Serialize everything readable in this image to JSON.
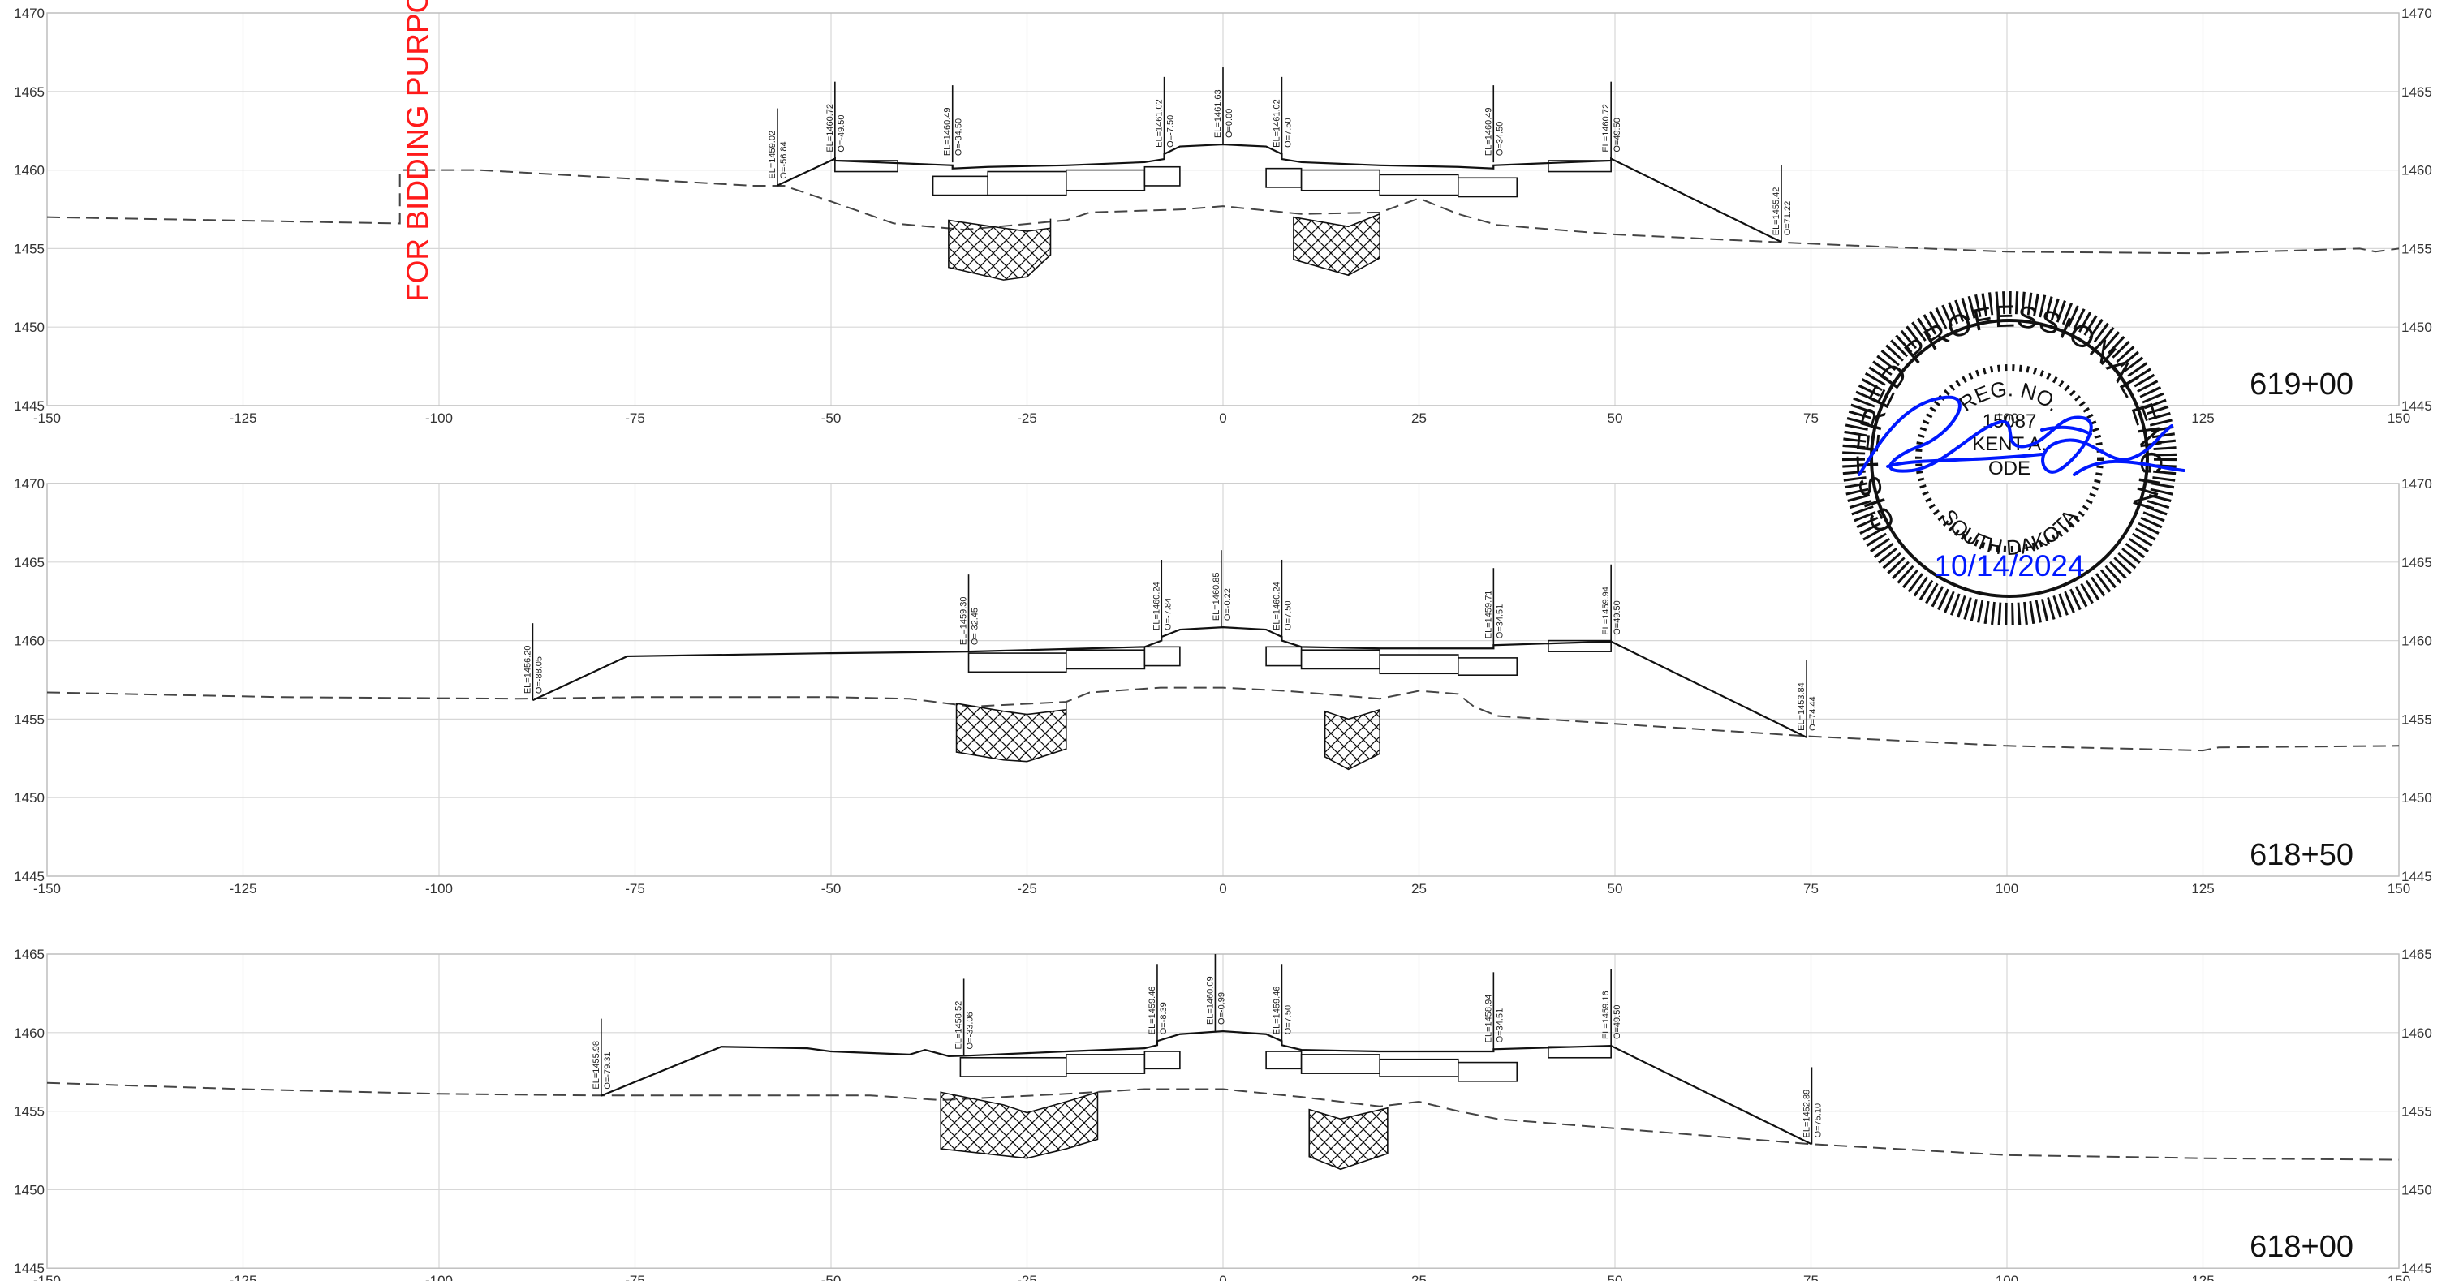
{
  "sheet": {
    "watermark": "FOR BIDDING PURPOSES",
    "seal": {
      "outer_text": "REGISTERED PROFESSIONAL ENGINEER",
      "reg_label": "REG. NO.",
      "reg_number": "15087",
      "name": "KENT A.",
      "surname": "ODE",
      "state": "SOUTH DAKOTA",
      "date": "10/14/2024"
    }
  },
  "x_ticks": [
    -150,
    -125,
    -100,
    -75,
    -50,
    -25,
    0,
    25,
    50,
    75,
    100,
    125,
    150
  ],
  "panels": [
    {
      "station": "619+00",
      "y_ticks": [
        1470,
        1465,
        1460,
        1455,
        1450,
        1445
      ],
      "points": [
        {
          "label": "EL=1459.02",
          "offset": "O=-56.84",
          "x": -56.84,
          "y": 1459.02
        },
        {
          "label": "EL=1460.72",
          "offset": "O=-49.50",
          "x": -49.5,
          "y": 1460.72
        },
        {
          "label": "EL=1460.49",
          "offset": "O=-34.50",
          "x": -34.5,
          "y": 1460.49
        },
        {
          "label": "EL=1461.02",
          "offset": "O=-7.50",
          "x": -7.5,
          "y": 1461.02
        },
        {
          "label": "EL=1461.63",
          "offset": "O=0.00",
          "x": 0,
          "y": 1461.63
        },
        {
          "label": "EL=1461.02",
          "offset": "O=7.50",
          "x": 7.5,
          "y": 1461.02
        },
        {
          "label": "EL=1460.49",
          "offset": "O=34.50",
          "x": 34.5,
          "y": 1460.49
        },
        {
          "label": "EL=1460.72",
          "offset": "O=49.50",
          "x": 49.5,
          "y": 1460.72
        },
        {
          "label": "EL=1455.42",
          "offset": "O=71.22",
          "x": 71.22,
          "y": 1455.42
        }
      ],
      "existing_ground": [
        [
          -150,
          1457.0
        ],
        [
          -105,
          1456.6
        ],
        [
          -105,
          1460.0
        ],
        [
          -95,
          1460.0
        ],
        [
          -60,
          1459.0
        ],
        [
          -56,
          1459.0
        ],
        [
          -50,
          1458.0
        ],
        [
          -42,
          1456.6
        ],
        [
          -33,
          1456.2
        ],
        [
          -20,
          1456.8
        ],
        [
          -17,
          1457.3
        ],
        [
          -5,
          1457.5
        ],
        [
          0,
          1457.7
        ],
        [
          10,
          1457.2
        ],
        [
          20,
          1457.3
        ],
        [
          25,
          1458.2
        ],
        [
          30,
          1457.2
        ],
        [
          35,
          1456.5
        ],
        [
          50,
          1455.9
        ],
        [
          71,
          1455.4
        ],
        [
          80,
          1455.2
        ],
        [
          100,
          1454.8
        ],
        [
          125,
          1454.7
        ],
        [
          145,
          1455.0
        ],
        [
          147,
          1454.8
        ],
        [
          150,
          1455.0
        ]
      ],
      "design_line": [
        [
          -56.84,
          1459.02
        ],
        [
          -49.5,
          1460.72
        ],
        [
          -49.5,
          1460.6
        ],
        [
          -34.5,
          1460.3
        ],
        [
          -34.5,
          1460.1
        ],
        [
          -30,
          1460.2
        ],
        [
          -20,
          1460.3
        ],
        [
          -10,
          1460.5
        ],
        [
          -7.5,
          1460.7
        ],
        [
          -7.5,
          1461.02
        ],
        [
          -5.5,
          1461.5
        ],
        [
          0,
          1461.63
        ],
        [
          5.5,
          1461.5
        ],
        [
          7.5,
          1461.02
        ],
        [
          7.5,
          1460.7
        ],
        [
          10,
          1460.5
        ],
        [
          20,
          1460.3
        ],
        [
          30,
          1460.2
        ],
        [
          34.5,
          1460.1
        ],
        [
          34.5,
          1460.3
        ],
        [
          49.5,
          1460.6
        ],
        [
          49.5,
          1460.72
        ],
        [
          71.22,
          1455.42
        ]
      ],
      "slabs": [
        [
          -49.5,
          1460.6,
          -41.5,
          1459.9
        ],
        [
          -37,
          1459.6,
          -30,
          1458.4
        ],
        [
          -30,
          1459.9,
          -20,
          1458.4
        ],
        [
          -20,
          1460.0,
          -10,
          1458.7
        ],
        [
          -10,
          1460.2,
          -5.5,
          1459.0
        ],
        [
          5.5,
          1460.1,
          10,
          1458.9
        ],
        [
          10,
          1460.0,
          20,
          1458.7
        ],
        [
          20,
          1459.7,
          30,
          1458.4
        ],
        [
          30,
          1459.5,
          37.5,
          1458.3
        ],
        [
          41.5,
          1460.6,
          49.5,
          1459.9
        ]
      ],
      "hatches": [
        [
          [
            -35,
            1456.8
          ],
          [
            -28,
            1456.3
          ],
          [
            -25,
            1456.1
          ],
          [
            -22,
            1456.3
          ],
          [
            -22,
            1456.9
          ],
          [
            -22,
            1454.6
          ],
          [
            -25,
            1453.2
          ],
          [
            -28,
            1453.0
          ],
          [
            -35,
            1453.8
          ]
        ],
        [
          [
            9,
            1457.0
          ],
          [
            16,
            1456.4
          ],
          [
            20,
            1457.2
          ],
          [
            20,
            1454.4
          ],
          [
            16,
            1453.3
          ],
          [
            9,
            1454.3
          ]
        ]
      ]
    },
    {
      "station": "618+50",
      "y_ticks": [
        1470,
        1465,
        1460,
        1455,
        1450,
        1445
      ],
      "points": [
        {
          "label": "EL=1456.20",
          "offset": "O=-88.05",
          "x": -88.05,
          "y": 1456.2
        },
        {
          "label": "EL=1459.30",
          "offset": "O=-32.45",
          "x": -32.45,
          "y": 1459.3
        },
        {
          "label": "EL=1460.24",
          "offset": "O=-7.84",
          "x": -7.84,
          "y": 1460.24
        },
        {
          "label": "EL=1460.85",
          "offset": "O=-0.22",
          "x": -0.22,
          "y": 1460.85
        },
        {
          "label": "EL=1460.24",
          "offset": "O=7.50",
          "x": 7.5,
          "y": 1460.24
        },
        {
          "label": "EL=1459.71",
          "offset": "O=34.51",
          "x": 34.51,
          "y": 1459.71
        },
        {
          "label": "EL=1459.94",
          "offset": "O=49.50",
          "x": 49.5,
          "y": 1459.94
        },
        {
          "label": "EL=1453.84",
          "offset": "O=74.44",
          "x": 74.44,
          "y": 1453.84
        }
      ],
      "existing_ground": [
        [
          -150,
          1456.7
        ],
        [
          -120,
          1456.4
        ],
        [
          -90,
          1456.3
        ],
        [
          -75,
          1456.4
        ],
        [
          -50,
          1456.4
        ],
        [
          -40,
          1456.3
        ],
        [
          -32,
          1455.8
        ],
        [
          -20,
          1456.1
        ],
        [
          -17,
          1456.7
        ],
        [
          -8,
          1457.0
        ],
        [
          0,
          1457.0
        ],
        [
          8,
          1456.8
        ],
        [
          20,
          1456.3
        ],
        [
          25,
          1456.8
        ],
        [
          30,
          1456.6
        ],
        [
          32,
          1455.8
        ],
        [
          35,
          1455.2
        ],
        [
          50,
          1454.7
        ],
        [
          75,
          1453.9
        ],
        [
          100,
          1453.3
        ],
        [
          125,
          1453.0
        ],
        [
          127,
          1453.2
        ],
        [
          150,
          1453.3
        ]
      ],
      "design_line": [
        [
          -88.05,
          1456.2
        ],
        [
          -76,
          1459.0
        ],
        [
          -50,
          1459.2
        ],
        [
          -32.45,
          1459.3
        ],
        [
          -10,
          1459.6
        ],
        [
          -7.84,
          1460.0
        ],
        [
          -7.84,
          1460.24
        ],
        [
          -5.5,
          1460.7
        ],
        [
          0,
          1460.85
        ],
        [
          5.5,
          1460.7
        ],
        [
          7.5,
          1460.24
        ],
        [
          7.5,
          1460.0
        ],
        [
          10,
          1459.6
        ],
        [
          20,
          1459.5
        ],
        [
          34.51,
          1459.5
        ],
        [
          34.51,
          1459.71
        ],
        [
          49.5,
          1459.94
        ],
        [
          74.44,
          1453.84
        ]
      ],
      "slabs": [
        [
          -32.45,
          1459.2,
          -20,
          1458.0
        ],
        [
          -20,
          1459.4,
          -10,
          1458.2
        ],
        [
          -10,
          1459.6,
          -5.5,
          1458.4
        ],
        [
          5.5,
          1459.6,
          10,
          1458.4
        ],
        [
          10,
          1459.4,
          20,
          1458.2
        ],
        [
          20,
          1459.1,
          30,
          1457.9
        ],
        [
          30,
          1458.9,
          37.5,
          1457.8
        ],
        [
          41.5,
          1460.0,
          49.5,
          1459.3
        ]
      ],
      "hatches": [
        [
          [
            -34,
            1456.0
          ],
          [
            -28,
            1455.5
          ],
          [
            -25,
            1455.3
          ],
          [
            -20,
            1455.6
          ],
          [
            -20,
            1456.0
          ],
          [
            -20,
            1453.1
          ],
          [
            -25,
            1452.3
          ],
          [
            -28,
            1452.4
          ],
          [
            -34,
            1452.9
          ]
        ],
        [
          [
            13,
            1455.5
          ],
          [
            16,
            1455.0
          ],
          [
            20,
            1455.6
          ],
          [
            20,
            1452.8
          ],
          [
            16,
            1451.8
          ],
          [
            13,
            1452.6
          ]
        ]
      ]
    },
    {
      "station": "618+00",
      "y_ticks": [
        1465,
        1460,
        1455,
        1450,
        1445
      ],
      "points": [
        {
          "label": "EL=1455.98",
          "offset": "O=-79.31",
          "x": -79.31,
          "y": 1455.98
        },
        {
          "label": "EL=1458.52",
          "offset": "O=-33.06",
          "x": -33.06,
          "y": 1458.52
        },
        {
          "label": "EL=1459.46",
          "offset": "O=-8.39",
          "x": -8.39,
          "y": 1459.46
        },
        {
          "label": "EL=1460.09",
          "offset": "O=-0.99",
          "x": -0.99,
          "y": 1460.09
        },
        {
          "label": "EL=1459.46",
          "offset": "O=7.50",
          "x": 7.5,
          "y": 1459.46
        },
        {
          "label": "EL=1458.94",
          "offset": "O=34.51",
          "x": 34.51,
          "y": 1458.94
        },
        {
          "label": "EL=1459.16",
          "offset": "O=49.50",
          "x": 49.5,
          "y": 1459.16
        },
        {
          "label": "EL=1452.89",
          "offset": "O=75.10",
          "x": 75.1,
          "y": 1452.89
        }
      ],
      "existing_ground": [
        [
          -150,
          1456.8
        ],
        [
          -125,
          1456.4
        ],
        [
          -100,
          1456.1
        ],
        [
          -80,
          1456.0
        ],
        [
          -60,
          1456.0
        ],
        [
          -45,
          1456.0
        ],
        [
          -36,
          1455.7
        ],
        [
          -20,
          1456.1
        ],
        [
          -10,
          1456.4
        ],
        [
          0,
          1456.4
        ],
        [
          10,
          1455.9
        ],
        [
          20,
          1455.3
        ],
        [
          25,
          1455.6
        ],
        [
          30,
          1455.0
        ],
        [
          35,
          1454.5
        ],
        [
          50,
          1453.9
        ],
        [
          75,
          1452.9
        ],
        [
          100,
          1452.2
        ],
        [
          125,
          1452.0
        ],
        [
          150,
          1451.9
        ]
      ],
      "design_line": [
        [
          -79.31,
          1455.98
        ],
        [
          -64,
          1459.1
        ],
        [
          -53,
          1459.0
        ],
        [
          -50,
          1458.8
        ],
        [
          -40,
          1458.6
        ],
        [
          -38,
          1458.9
        ],
        [
          -35,
          1458.5
        ],
        [
          -33.06,
          1458.52
        ],
        [
          -20,
          1458.8
        ],
        [
          -10,
          1459.0
        ],
        [
          -8.39,
          1459.2
        ],
        [
          -8.39,
          1459.46
        ],
        [
          -5.5,
          1459.9
        ],
        [
          0,
          1460.09
        ],
        [
          5.5,
          1459.9
        ],
        [
          7.5,
          1459.46
        ],
        [
          7.5,
          1459.2
        ],
        [
          10,
          1458.9
        ],
        [
          20,
          1458.8
        ],
        [
          34.51,
          1458.8
        ],
        [
          34.51,
          1458.94
        ],
        [
          49.5,
          1459.16
        ],
        [
          75.1,
          1452.89
        ]
      ],
      "slabs": [
        [
          -33.5,
          1458.4,
          -20,
          1457.2
        ],
        [
          -20,
          1458.6,
          -10,
          1457.4
        ],
        [
          -10,
          1458.8,
          -5.5,
          1457.7
        ],
        [
          5.5,
          1458.8,
          10,
          1457.7
        ],
        [
          10,
          1458.6,
          20,
          1457.4
        ],
        [
          20,
          1458.3,
          30,
          1457.2
        ],
        [
          30,
          1458.1,
          37.5,
          1456.9
        ],
        [
          41.5,
          1459.1,
          49.5,
          1458.4
        ]
      ],
      "hatches": [
        [
          [
            -36,
            1456.2
          ],
          [
            -28,
            1455.4
          ],
          [
            -25,
            1454.9
          ],
          [
            -20,
            1455.6
          ],
          [
            -16,
            1456.2
          ],
          [
            -16,
            1453.2
          ],
          [
            -20,
            1452.6
          ],
          [
            -25,
            1452.0
          ],
          [
            -36,
            1452.6
          ]
        ],
        [
          [
            11,
            1455.1
          ],
          [
            15,
            1454.5
          ],
          [
            21,
            1455.2
          ],
          [
            21,
            1452.3
          ],
          [
            15,
            1451.3
          ],
          [
            11,
            1452.1
          ]
        ]
      ]
    }
  ]
}
